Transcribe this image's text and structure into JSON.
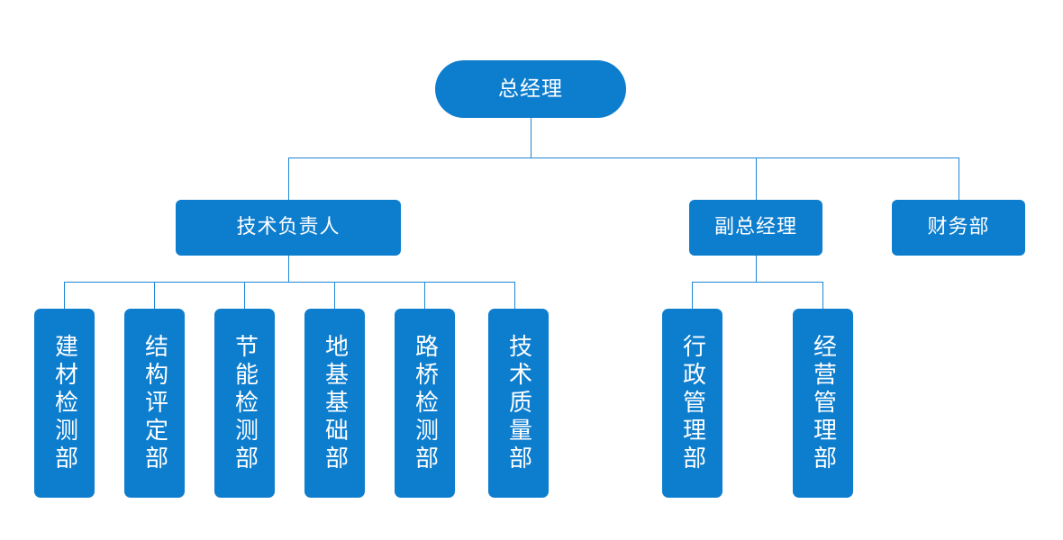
{
  "chart": {
    "title": "",
    "type": "org-chart",
    "colors": {
      "node_fill": "#0d7dce",
      "node_text": "#ffffff",
      "connector": "#1e86d6",
      "background": "#ffffff"
    }
  },
  "root": {
    "label": "总经理",
    "level": 1
  },
  "level2": [
    {
      "label": "技术负责人"
    },
    {
      "label": "副总经理"
    },
    {
      "label": "财务部"
    }
  ],
  "tech_children": [
    {
      "label": "建材检测部"
    },
    {
      "label": "结构评定部"
    },
    {
      "label": "节能检测部"
    },
    {
      "label": "地基基础部"
    },
    {
      "label": "路桥检测部"
    },
    {
      "label": "技术质量部"
    }
  ],
  "deputy_children": [
    {
      "label": "行政管理部"
    },
    {
      "label": "经营管理部"
    }
  ]
}
